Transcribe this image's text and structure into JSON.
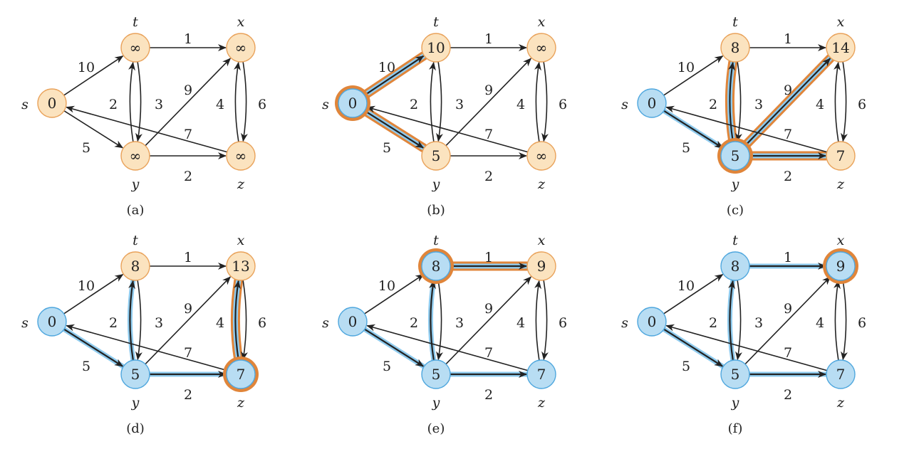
{
  "colors": {
    "unvisited_fill": "#fbe3bf",
    "unvisited_stroke": "#e9a25a",
    "visited_fill": "#b8ddf3",
    "visited_stroke": "#4fa7de",
    "edge": "#222222",
    "tree_edge_highlight": "#8fcbee",
    "current_highlight": "#e0853a"
  },
  "vertex_names": {
    "s": "s",
    "t": "t",
    "x": "x",
    "y": "y",
    "z": "z"
  },
  "edges": [
    {
      "id": "s-t",
      "from": "s",
      "to": "t",
      "weight": "10"
    },
    {
      "id": "s-y",
      "from": "s",
      "to": "y",
      "weight": "5"
    },
    {
      "id": "t-x",
      "from": "t",
      "to": "x",
      "weight": "1"
    },
    {
      "id": "t-y",
      "from": "t",
      "to": "y",
      "weight": "2"
    },
    {
      "id": "y-t",
      "from": "y",
      "to": "t",
      "weight": "3"
    },
    {
      "id": "y-x",
      "from": "y",
      "to": "x",
      "weight": "9"
    },
    {
      "id": "y-z",
      "from": "y",
      "to": "z",
      "weight": "2"
    },
    {
      "id": "x-z",
      "from": "x",
      "to": "z",
      "weight": "4"
    },
    {
      "id": "z-x",
      "from": "z",
      "to": "x",
      "weight": "6"
    },
    {
      "id": "z-s",
      "from": "z",
      "to": "s",
      "weight": "7"
    }
  ],
  "panels": [
    {
      "caption": "(a)",
      "dist": {
        "s": "0",
        "t": "∞",
        "x": "∞",
        "y": "∞",
        "z": "∞"
      },
      "visited": [],
      "current": "s",
      "tree_edges": [],
      "highlight_edges": []
    },
    {
      "caption": "(b)",
      "dist": {
        "s": "0",
        "t": "10",
        "x": "∞",
        "y": "5",
        "z": "∞"
      },
      "visited": [
        "s"
      ],
      "current": "s",
      "tree_edges": [
        "s-t",
        "s-y"
      ],
      "highlight_edges": [
        "s-t",
        "s-y"
      ]
    },
    {
      "caption": "(c)",
      "dist": {
        "s": "0",
        "t": "8",
        "x": "14",
        "y": "5",
        "z": "7"
      },
      "visited": [
        "s",
        "y"
      ],
      "current": "y",
      "tree_edges": [
        "s-y",
        "y-t",
        "y-x",
        "y-z"
      ],
      "highlight_edges": [
        "y-t",
        "y-x",
        "y-z"
      ]
    },
    {
      "caption": "(d)",
      "dist": {
        "s": "0",
        "t": "8",
        "x": "13",
        "y": "5",
        "z": "7"
      },
      "visited": [
        "s",
        "y",
        "z"
      ],
      "current": "z",
      "tree_edges": [
        "s-y",
        "y-t",
        "y-z",
        "z-x"
      ],
      "highlight_edges": [
        "z-x"
      ]
    },
    {
      "caption": "(e)",
      "dist": {
        "s": "0",
        "t": "8",
        "x": "9",
        "y": "5",
        "z": "7"
      },
      "visited": [
        "s",
        "y",
        "z",
        "t"
      ],
      "current": "t",
      "tree_edges": [
        "s-y",
        "y-t",
        "y-z",
        "t-x"
      ],
      "highlight_edges": [
        "t-x"
      ]
    },
    {
      "caption": "(f)",
      "dist": {
        "s": "0",
        "t": "8",
        "x": "9",
        "y": "5",
        "z": "7"
      },
      "visited": [
        "s",
        "y",
        "z",
        "t",
        "x"
      ],
      "current": "x",
      "tree_edges": [
        "s-y",
        "y-t",
        "y-z",
        "t-x"
      ],
      "highlight_edges": []
    }
  ]
}
